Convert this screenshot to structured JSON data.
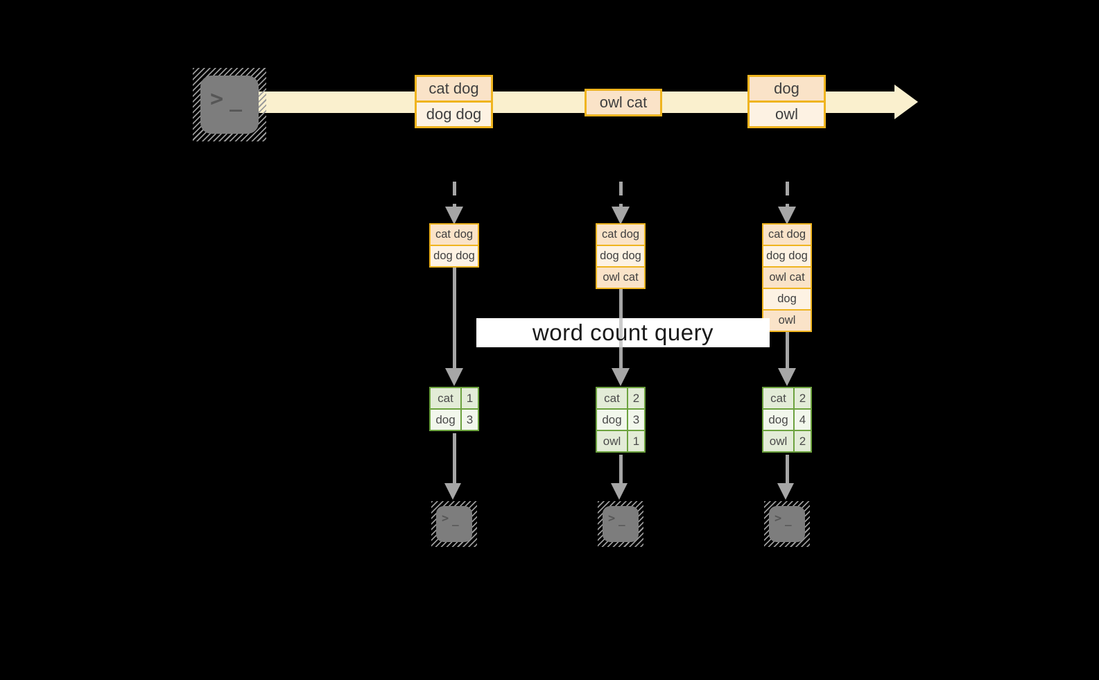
{
  "query_label": "word count query",
  "stream": {
    "messages": [
      {
        "lines": [
          "cat dog",
          "dog dog"
        ]
      },
      {
        "lines": [
          "owl cat"
        ]
      },
      {
        "lines": [
          "dog",
          "owl"
        ]
      }
    ]
  },
  "columns": [
    {
      "buffer": [
        "cat dog",
        "dog dog"
      ],
      "counts": [
        {
          "word": "cat",
          "count": "1"
        },
        {
          "word": "dog",
          "count": "3"
        }
      ]
    },
    {
      "buffer": [
        "cat dog",
        "dog dog",
        "owl cat"
      ],
      "counts": [
        {
          "word": "cat",
          "count": "2"
        },
        {
          "word": "dog",
          "count": "3"
        },
        {
          "word": "owl",
          "count": "1"
        }
      ]
    },
    {
      "buffer": [
        "cat dog",
        "dog dog",
        "owl cat",
        "dog",
        "owl"
      ],
      "counts": [
        {
          "word": "cat",
          "count": "2"
        },
        {
          "word": "dog",
          "count": "4"
        },
        {
          "word": "owl",
          "count": "2"
        }
      ]
    }
  ],
  "icons": {
    "source": "terminal-icon",
    "sinks": [
      "terminal-icon",
      "terminal-icon",
      "terminal-icon"
    ],
    "prompt_glyph": ">",
    "cursor_glyph": "_"
  },
  "colors": {
    "stream_band": "#FAF0CE",
    "orange_border": "#EFB41F",
    "cell_peach": "#FAE3C8",
    "cell_cream": "#FDF2E3",
    "green_border": "#6CA23E",
    "green_row_a": "#E3ECD7",
    "green_row_b": "#F2F7EC",
    "arrow_gray": "#A6A6A6",
    "terminal_gray": "#7D7D7D",
    "label_bg": "#FFFFFF",
    "background": "#000000"
  }
}
